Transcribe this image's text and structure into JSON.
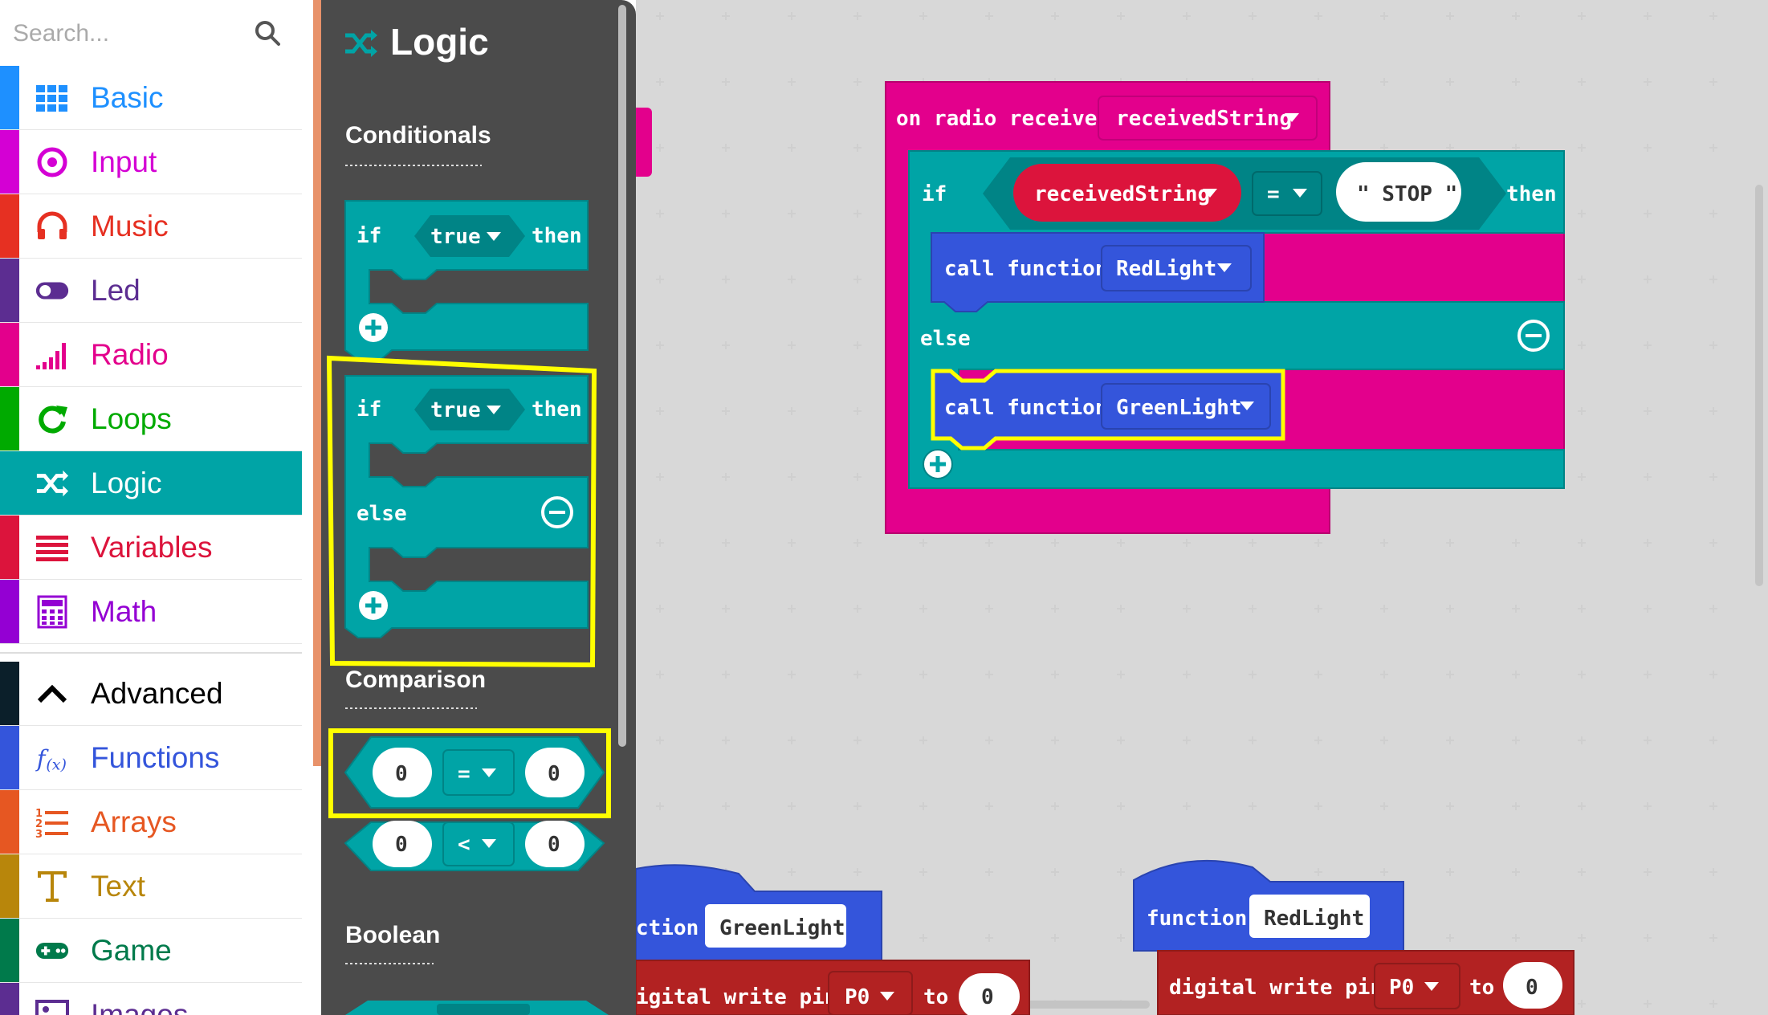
{
  "search": {
    "placeholder": "Search..."
  },
  "categories": [
    {
      "label": "Basic",
      "color": "#1e90ff"
    },
    {
      "label": "Input",
      "color": "#d400d4"
    },
    {
      "label": "Music",
      "color": "#e63022"
    },
    {
      "label": "Led",
      "color": "#5c2d91"
    },
    {
      "label": "Radio",
      "color": "#e3008c"
    },
    {
      "label": "Loops",
      "color": "#00aa00"
    },
    {
      "label": "Logic",
      "color": "#00a4a6"
    },
    {
      "label": "Variables",
      "color": "#dc143c"
    },
    {
      "label": "Math",
      "color": "#9400d3"
    },
    {
      "label": "Advanced",
      "color": "#000000"
    },
    {
      "label": "Functions",
      "color": "#3455db"
    },
    {
      "label": "Arrays",
      "color": "#e65722"
    },
    {
      "label": "Text",
      "color": "#b8860b"
    },
    {
      "label": "Game",
      "color": "#007a4b"
    },
    {
      "label": "Images",
      "color": "#5c2d91"
    }
  ],
  "flyout": {
    "title": "Logic",
    "sections": {
      "conditionals": "Conditionals",
      "comparison": "Comparison",
      "boolean": "Boolean"
    },
    "if_block": {
      "if": "if",
      "cond": "true",
      "then": "then"
    },
    "if_else_block": {
      "if": "if",
      "cond": "true",
      "then": "then",
      "else": "else"
    },
    "compare_eq": {
      "left": "0",
      "op": "=",
      "right": "0"
    },
    "compare_lt": {
      "left": "0",
      "op": "<",
      "right": "0"
    }
  },
  "workspace": {
    "event": {
      "label": "on radio received",
      "var": "receivedString"
    },
    "if_stmt": {
      "if": "if",
      "left": "receivedString",
      "op": "=",
      "right": "\" STOP \"",
      "then": "then",
      "else": "else"
    },
    "call_red": {
      "label": "call function",
      "name": "RedLight"
    },
    "call_green": {
      "label": "call function",
      "name": "GreenLight"
    },
    "func_green": {
      "label": "ction",
      "name": "GreenLight",
      "body": "igital write pin",
      "pin": "P0",
      "to": "to",
      "value": "0"
    },
    "func_red": {
      "label": "function",
      "name": "RedLight",
      "body": "digital write pin",
      "pin": "P0",
      "to": "to",
      "value": "0"
    }
  },
  "colors": {
    "logic": "#00a4a6",
    "logic_dark": "#008486",
    "radio": "#e3008c",
    "functions": "#3455db",
    "variables": "#dc143c",
    "pins": "#b22222",
    "highlight": "#ffff00",
    "flyout_bg": "#4b4b4b"
  }
}
